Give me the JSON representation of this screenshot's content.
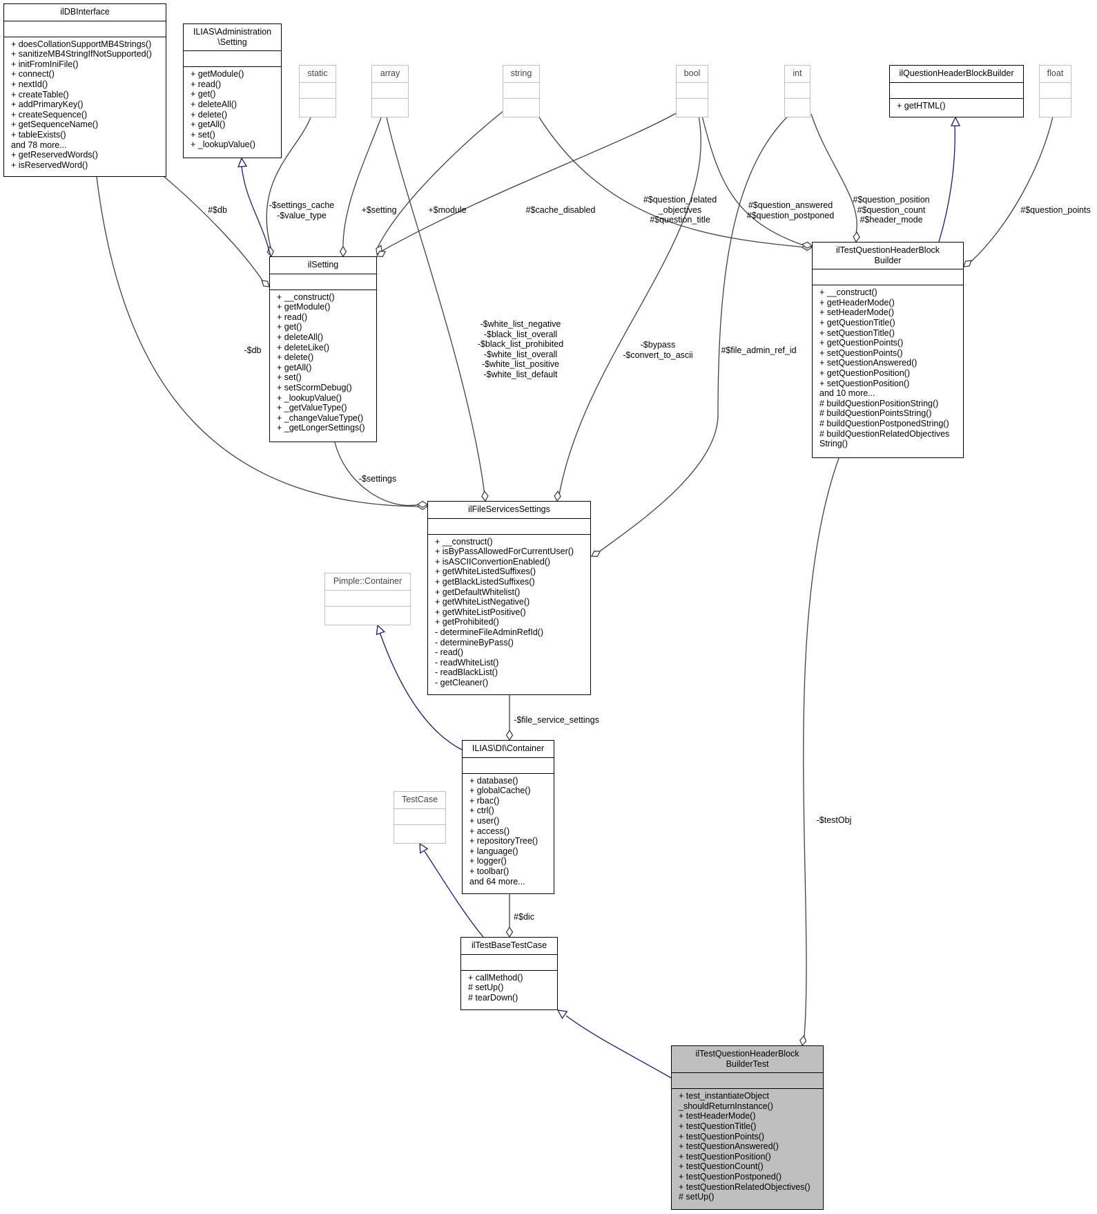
{
  "classes": {
    "ilDBInterface": {
      "name": [
        "ilDBInterface"
      ],
      "ops": [
        "+ doesCollationSupportMB4Strings()",
        "+ sanitizeMB4StringIfNotSupported()",
        "+ initFromIniFile()",
        "+ connect()",
        "+ nextId()",
        "+ createTable()",
        "+ addPrimaryKey()",
        "+ createSequence()",
        "+ getSequenceName()",
        "+ tableExists()",
        "and 78 more...",
        "+ getReservedWords()",
        "+ isReservedWord()"
      ]
    },
    "adminSetting": {
      "name": [
        "ILIAS\\Administration",
        "\\Setting"
      ],
      "ops": [
        "+ getModule()",
        "+ read()",
        "+ get()",
        "+ deleteAll()",
        "+ delete()",
        "+ getAll()",
        "+ set()",
        "+ _lookupValue()"
      ]
    },
    "static": {
      "name": [
        "static"
      ],
      "ops": []
    },
    "array": {
      "name": [
        "array"
      ],
      "ops": []
    },
    "string": {
      "name": [
        "string"
      ],
      "ops": []
    },
    "bool": {
      "name": [
        "bool"
      ],
      "ops": []
    },
    "int": {
      "name": [
        "int"
      ],
      "ops": []
    },
    "qhbb": {
      "name": [
        "ilQuestionHeaderBlockBuilder"
      ],
      "ops": [
        "+ getHTML()"
      ]
    },
    "float": {
      "name": [
        "float"
      ],
      "ops": []
    },
    "ilSetting": {
      "name": [
        "ilSetting"
      ],
      "ops": [
        "+ __construct()",
        "+ getModule()",
        "+ read()",
        "+ get()",
        "+ deleteAll()",
        "+ deleteLike()",
        "+ delete()",
        "+ getAll()",
        "+ set()",
        "+ setScormDebug()",
        "+ _lookupValue()",
        "+ _getValueType()",
        "+ _changeValueType()",
        "+ _getLongerSettings()"
      ]
    },
    "tqhbb": {
      "name": [
        "ilTestQuestionHeaderBlock",
        "Builder"
      ],
      "ops": [
        "+ __construct()",
        "+ getHeaderMode()",
        "+ setHeaderMode()",
        "+ getQuestionTitle()",
        "+ setQuestionTitle()",
        "+ getQuestionPoints()",
        "+ setQuestionPoints()",
        "+ setQuestionAnswered()",
        "+ getQuestionPosition()",
        "+ setQuestionPosition()",
        "and 10 more...",
        "# buildQuestionPositionString()",
        "# buildQuestionPointsString()",
        "# buildQuestionPostponedString()",
        "# buildQuestionRelatedObjectives",
        "String()"
      ]
    },
    "fss": {
      "name": [
        "ilFileServicesSettings"
      ],
      "ops": [
        "+ __construct()",
        "+ isByPassAllowedForCurrentUser()",
        "+ isASCIIConvertionEnabled()",
        "+ getWhiteListedSuffixes()",
        "+ getBlackListedSuffixes()",
        "+ getDefaultWhitelist()",
        "+ getWhiteListNegative()",
        "+ getWhiteListPositive()",
        "+ getProhibited()",
        "- determineFileAdminRefId()",
        "- determineByPass()",
        "- read()",
        "- readWhiteList()",
        "- readBlackList()",
        "- getCleaner()"
      ]
    },
    "pimple": {
      "name": [
        "Pimple::Container"
      ],
      "ops": []
    },
    "dic": {
      "name": [
        "ILIAS\\DI\\Container"
      ],
      "ops": [
        "+ database()",
        "+ globalCache()",
        "+ rbac()",
        "+ ctrl()",
        "+ user()",
        "+ access()",
        "+ repositoryTree()",
        "+ language()",
        "+ logger()",
        "+ toolbar()",
        "and 64 more..."
      ]
    },
    "testcase": {
      "name": [
        "TestCase"
      ],
      "ops": []
    },
    "basetc": {
      "name": [
        "ilTestBaseTestCase"
      ],
      "ops": [
        "+ callMethod()",
        "# setUp()",
        "# tearDown()"
      ]
    },
    "target": {
      "name": [
        "ilTestQuestionHeaderBlock",
        "BuilderTest"
      ],
      "ops": [
        "+ test_instantiateObject",
        "_shouldReturnInstance()",
        "+ testHeaderMode()",
        "+ testQuestionTitle()",
        "+ testQuestionPoints()",
        "+ testQuestionAnswered()",
        "+ testQuestionPosition()",
        "+ testQuestionCount()",
        "+ testQuestionPostponed()",
        "+ testQuestionRelatedObjectives()",
        "# setUp()"
      ]
    }
  },
  "edge_labels": {
    "settings_cache": [
      "-$settings_cache",
      "-$value_type"
    ],
    "setting": [
      "+$setting"
    ],
    "module": [
      "+$module"
    ],
    "cache_disabled": [
      "#$cache_disabled"
    ],
    "db_setting": [
      "#$db"
    ],
    "qrel": [
      "#$question_related",
      "_objectives",
      "#$question_title"
    ],
    "qans": [
      "#$question_answered",
      "#$question_postponed"
    ],
    "qpos": [
      "#$question_position",
      "#$question_count",
      "#$header_mode"
    ],
    "qpoints": [
      "#$question_points"
    ],
    "whitelist": [
      "-$white_list_negative",
      "-$black_list_overall",
      "-$black_list_prohibited",
      "-$white_list_overall",
      "-$white_list_positive",
      "-$white_list_default"
    ],
    "bypass": [
      "-$bypass",
      "-$convert_to_ascii"
    ],
    "fileadmin": [
      "#$file_admin_ref_id"
    ],
    "db_fss": [
      "-$db"
    ],
    "settings": [
      "-$settings"
    ],
    "fss_edge": [
      "-$file_service_settings"
    ],
    "dic_edge": [
      "#$dic"
    ],
    "testobj": [
      "-$testObj"
    ]
  },
  "colors": {
    "inheritance": "#191970",
    "association": "#404040",
    "selected_fill": "#bfbfbf",
    "external_border": "#bfbfbf"
  }
}
